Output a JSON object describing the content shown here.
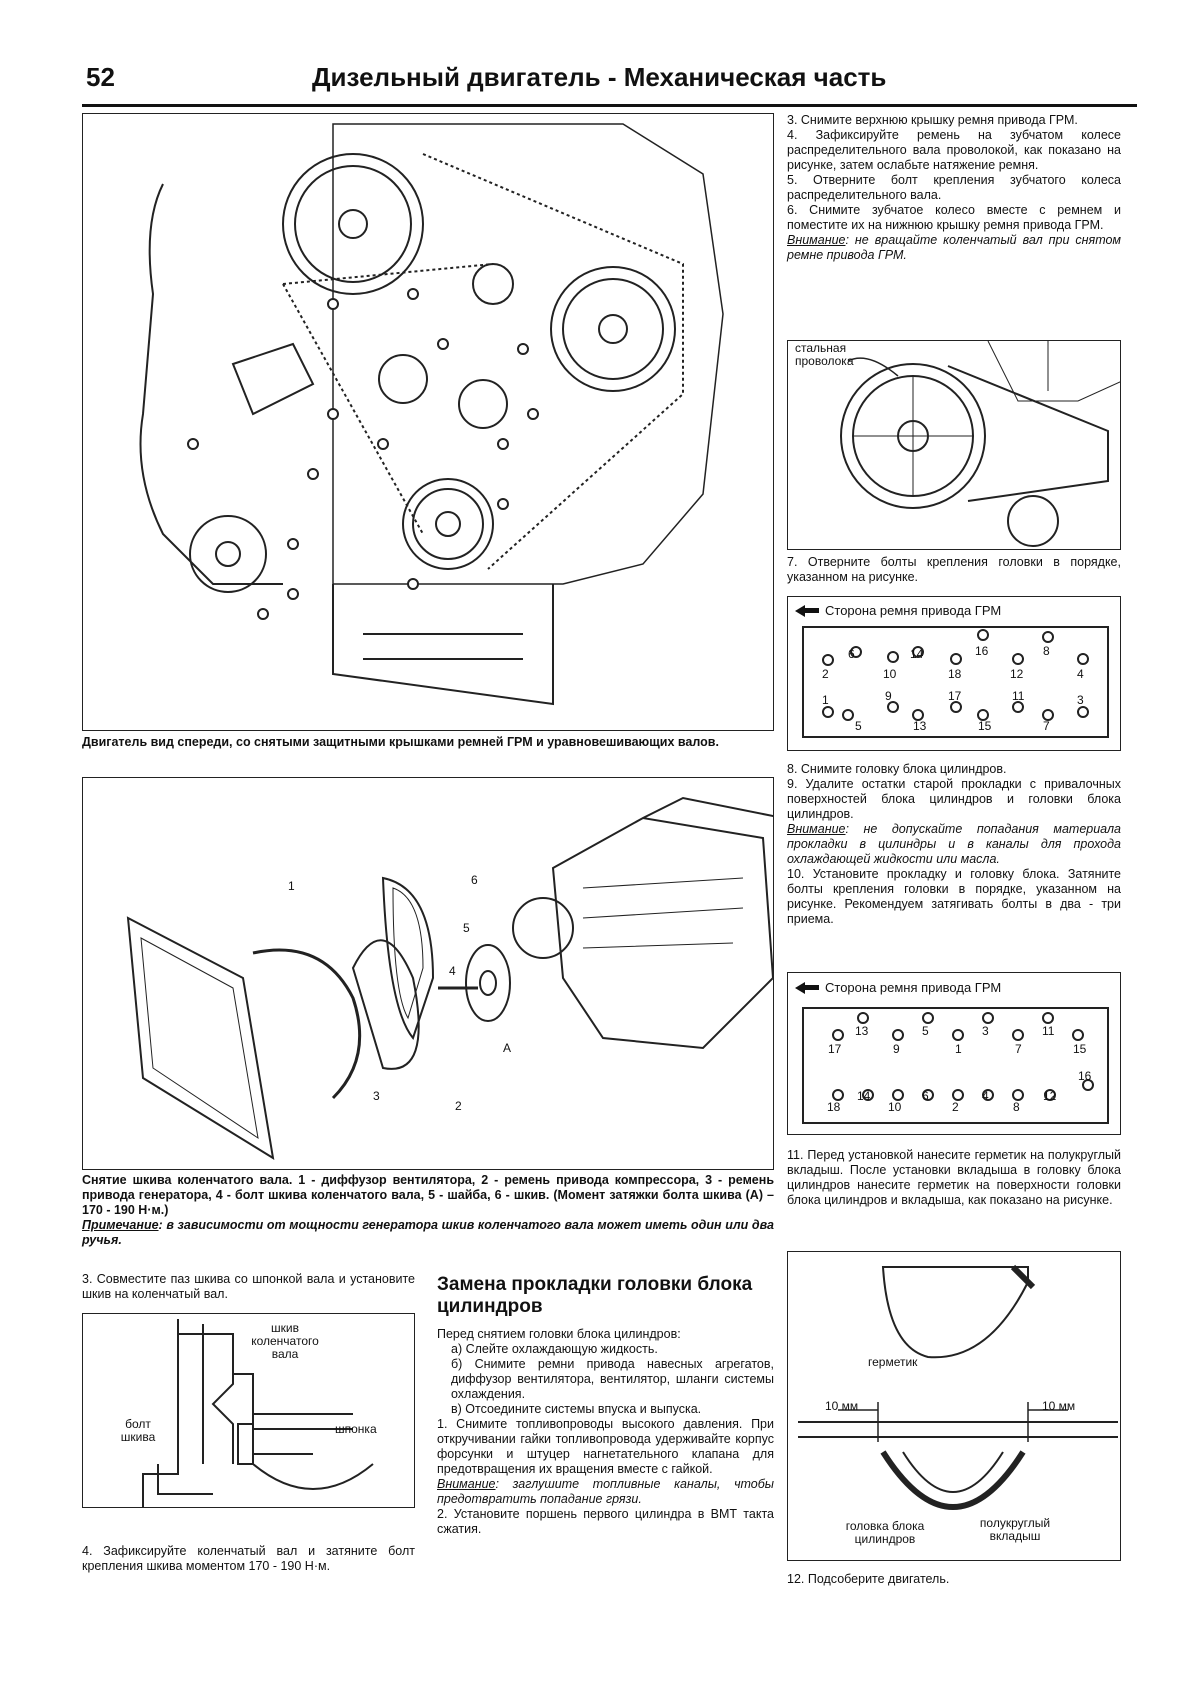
{
  "header": {
    "page_number": "52",
    "title": "Дизельный двигатель - Механическая часть"
  },
  "figures": {
    "engine_front_caption": "Двигатель вид спереди, со снятыми защитными крышками ремней ГРМ и уравновешивающих валов.",
    "pulley_caption": "Снятие шкива коленчатого вала. 1 - диффузор вентилятора, 2 - ремень привода компрессора, 3 - ремень привода генератора, 4 - болт шкива коленчатого вала, 5 - шайба, 6 - шкив. (Момент затяжки болта шкива (А) – 170 - 190 Н·м.)",
    "pulley_note_label": "Примечание",
    "pulley_note_text": ": в зависимости от мощности генератора шкив коленчатого вала может иметь один или два ручья.",
    "pulley_labels": [
      "1",
      "2",
      "3",
      "4",
      "5",
      "6",
      "A"
    ],
    "wire_label": "стальная проволока",
    "side_label_1": "Сторона ремня привода ГРМ",
    "side_label_2": "Сторона ремня привода ГРМ",
    "loosen_order_top": [
      "6",
      "14",
      "16",
      "8"
    ],
    "loosen_order_mid": [
      "2",
      "10",
      "18",
      "12",
      "4"
    ],
    "loosen_order_low": [
      "1",
      "9",
      "17",
      "11",
      "3"
    ],
    "loosen_order_bot": [
      "5",
      "13",
      "15",
      "7"
    ],
    "tighten_order_top": [
      "13",
      "5",
      "3",
      "11"
    ],
    "tighten_order_mid": [
      "17",
      "9",
      "1",
      "7",
      "15"
    ],
    "tighten_order_low": [
      "16"
    ],
    "tighten_order_bot": [
      "18",
      "14",
      "10",
      "6",
      "2",
      "4",
      "8",
      "12"
    ],
    "pulley_section_labels": {
      "pulley": "шкив коленчатого вала",
      "bolt": "болт шкива",
      "key": "шпонка"
    },
    "sealant_labels": {
      "sealant": "герметик",
      "mm_left": "10 мм",
      "mm_right": "10 мм",
      "head": "головка блока цилиндров",
      "insert": "полукруглый вкладыш"
    }
  },
  "right_column": {
    "p1": "3. Снимите верхнюю крышку ремня привода ГРМ.",
    "p2": "4. Зафиксируйте ремень на зубчатом колесе распределительного вала проволокой, как показано на рисунке, затем ослабьте натяжение ремня.",
    "p3": "5. Отверните болт крепления зубчатого колеса распределительного вала.",
    "p4": "6. Снимите зубчатое колесо вместе с ремнем и поместите их на нижнюю крышку ремня привода ГРМ.",
    "warn1_label": "Внимание",
    "warn1_text": ": не вращайте коленчатый вал при снятом ремне привода ГРМ.",
    "p5": "7. Отверните болты крепления головки в порядке, указанном на рисунке.",
    "p6": "8. Снимите головку блока цилиндров.",
    "p7": "9. Удалите остатки старой прокладки с привалочных поверхностей блока цилиндров и головки блока цилиндров.",
    "warn2_label": "Внимание",
    "warn2_text": ": не допускайте попадания материала прокладки в цилиндры и в каналы для прохода охлаждающей жидкости или масла.",
    "p8": "10. Установите прокладку и головку блока. Затяните болты крепления головки в порядке, указанном на рисунке. Рекомендуем затягивать болты в два - три приема.",
    "p9": "11. Перед установкой нанесите герметик на полукруглый вкладыш. После установки вкладыша в головку блока цилиндров нанесите герметик на поверхности головки блока цилиндров и вкладыша, как показано на рисунке.",
    "p10": "12. Подсоберите двигатель."
  },
  "left_column": {
    "p1": "3. Совместите паз шкива со шпонкой вала и установите шкив на коленчатый вал.",
    "p2": "4. Зафиксируйте коленчатый вал и затяните болт крепления шкива моментом 170 - 190 Н·м."
  },
  "middle_column": {
    "section_title": "Замена прокладки головки блока цилиндров",
    "intro": "Перед снятием головки блока цилиндров:",
    "a": "а) Слейте охлаждающую жидкость.",
    "b": "б) Снимите ремни привода навесных агрегатов, диффузор вентилятора, вентилятор, шланги системы охлаждения.",
    "c": "в) Отсоедините системы впуска и выпуска.",
    "p1": "1. Снимите топливопроводы высокого давления. При откручивании гайки топливопровода удерживайте корпус форсунки и штуцер нагнетательного клапана для предотвращения их вращения вместе с гайкой.",
    "warn_label": "Внимание",
    "warn_text": ": заглушите топливные каналы, чтобы предотвратить попадание грязи.",
    "p2": "2. Установите поршень первого цилиндра в ВМТ такта сжатия."
  }
}
